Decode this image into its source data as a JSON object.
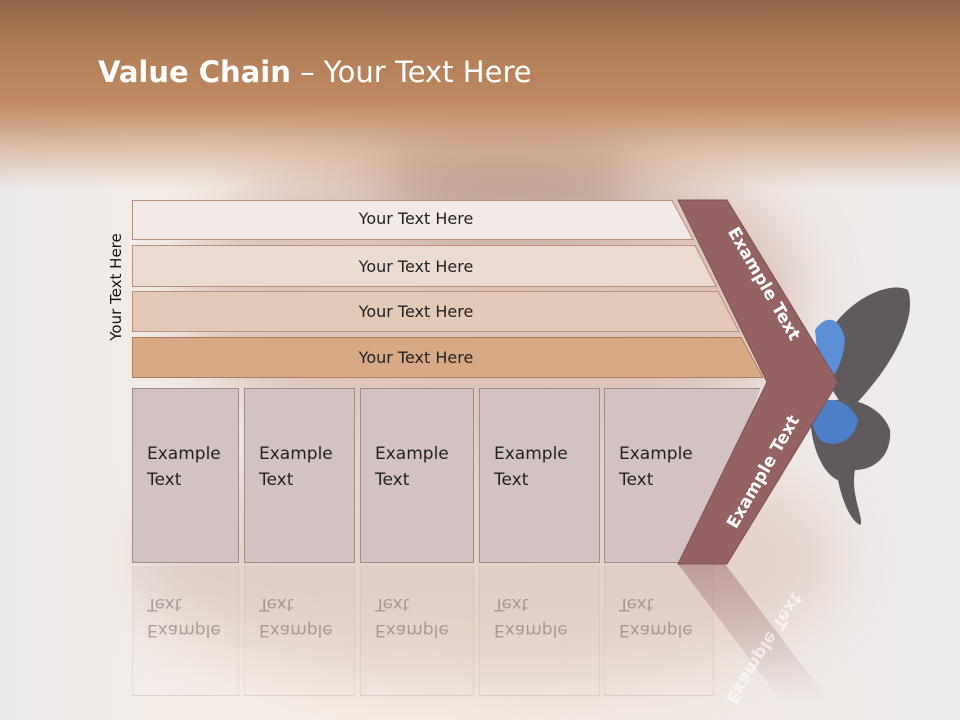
{
  "title": {
    "bold": "Value Chain",
    "rest": " – Your Text Here"
  },
  "side_label": "Your Text Here",
  "bands": [
    {
      "label": "Your Text Here",
      "fill": "#f3e9e6"
    },
    {
      "label": "Your Text Here",
      "fill": "#ecdbd1"
    },
    {
      "label": "Your Text Here",
      "fill": "#e4c9b6"
    },
    {
      "label": "Your Text Here",
      "fill": "#d8a985"
    }
  ],
  "boxes": [
    {
      "line1": "Example",
      "line2": "Text"
    },
    {
      "line1": "Example",
      "line2": "Text"
    },
    {
      "line1": "Example",
      "line2": "Text"
    },
    {
      "line1": "Example",
      "line2": "Text"
    },
    {
      "line1": "Example",
      "line2": "Text"
    }
  ],
  "chevron": {
    "upper_text": "Example Text",
    "lower_text": "Example Text",
    "fill": "#956264"
  },
  "colors": {
    "header": "#b07d57",
    "box": "#d4c2c3",
    "butterfly_wing": "#4d7fc8"
  }
}
